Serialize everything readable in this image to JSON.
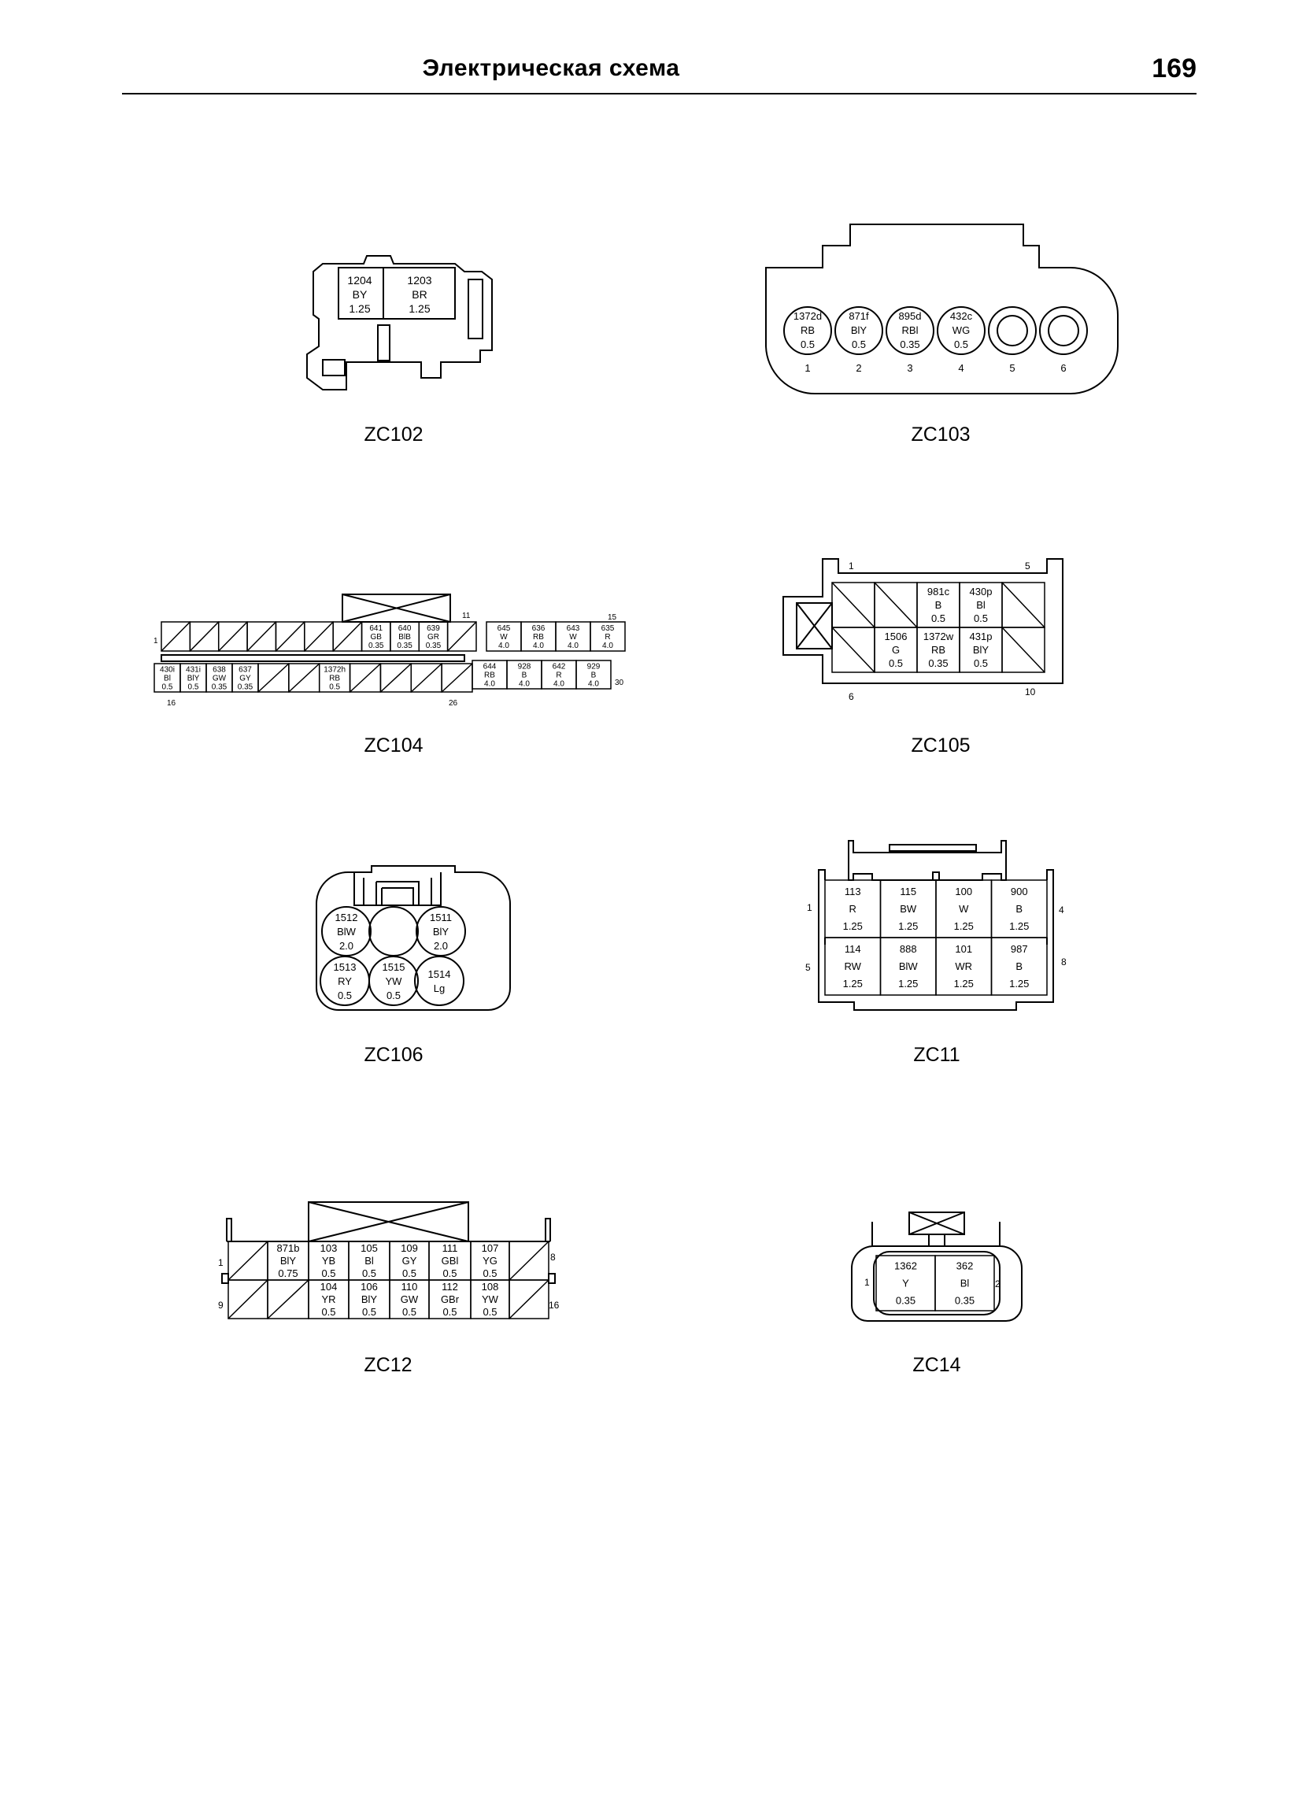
{
  "header": {
    "title": "Электрическая схема",
    "page_number": "169"
  },
  "connectors": {
    "zc102": {
      "label": "ZC102",
      "pins": [
        {
          "lines": [
            "1204",
            "BY",
            "1.25"
          ]
        },
        {
          "lines": [
            "1203",
            "BR",
            "1.25"
          ]
        }
      ]
    },
    "zc103": {
      "label": "ZC103",
      "pins": [
        {
          "lines": [
            "1372d",
            "RB",
            "0.5"
          ]
        },
        {
          "lines": [
            "871f",
            "BlY",
            "0.5"
          ]
        },
        {
          "lines": [
            "895d",
            "RBl",
            "0.35"
          ]
        },
        {
          "lines": [
            "432c",
            "WG",
            "0.5"
          ]
        },
        {
          "lines": []
        },
        {
          "lines": []
        }
      ],
      "numbers": [
        "1",
        "2",
        "3",
        "4",
        "5",
        "6"
      ]
    },
    "zc104": {
      "label": "ZC104",
      "top_row": [
        {
          "lines": [
            "641",
            "GB",
            "0.35"
          ]
        },
        {
          "lines": [
            "640",
            "BlB",
            "0.35"
          ]
        },
        {
          "lines": [
            "639",
            "GR",
            "0.35"
          ]
        }
      ],
      "top_right": [
        {
          "lines": [
            "645",
            "W",
            "4.0"
          ]
        },
        {
          "lines": [
            "636",
            "RB",
            "4.0"
          ]
        },
        {
          "lines": [
            "643",
            "W",
            "4.0"
          ]
        },
        {
          "lines": [
            "635",
            "R",
            "4.0"
          ]
        }
      ],
      "bottom_left": [
        {
          "lines": [
            "430i",
            "Bl",
            "0.5"
          ]
        },
        {
          "lines": [
            "431i",
            "BlY",
            "0.5"
          ]
        },
        {
          "lines": [
            "638",
            "GW",
            "0.35"
          ]
        },
        {
          "lines": [
            "637",
            "GY",
            "0.35"
          ]
        }
      ],
      "bottom_mid": [
        {
          "lines": [
            "1372h",
            "RB",
            "0.5"
          ]
        }
      ],
      "bottom_right": [
        {
          "lines": [
            "644",
            "RB",
            "4.0"
          ]
        },
        {
          "lines": [
            "928",
            "B",
            "4.0"
          ]
        },
        {
          "lines": [
            "642",
            "R",
            "4.0"
          ]
        },
        {
          "lines": [
            "929",
            "B",
            "4.0"
          ]
        }
      ],
      "numbers": {
        "n1": "1",
        "n11": "11",
        "n15": "15",
        "n16": "16",
        "n26": "26",
        "n30": "30"
      }
    },
    "zc105": {
      "label": "ZC105",
      "top": [
        {
          "lines": []
        },
        {
          "lines": []
        },
        {
          "lines": [
            "981c",
            "B",
            "0.5"
          ]
        },
        {
          "lines": [
            "430p",
            "Bl",
            "0.5"
          ]
        },
        {
          "lines": []
        }
      ],
      "bottom": [
        {
          "lines": []
        },
        {
          "lines": [
            "1506",
            "G",
            "0.5"
          ]
        },
        {
          "lines": [
            "1372w",
            "RB",
            "0.35"
          ]
        },
        {
          "lines": [
            "431p",
            "BlY",
            "0.5"
          ]
        },
        {
          "lines": []
        }
      ],
      "numbers": {
        "n1": "1",
        "n5": "5",
        "n6": "6",
        "n10": "10"
      }
    },
    "zc106": {
      "label": "ZC106",
      "pins": [
        {
          "lines": [
            "1512",
            "BlW",
            "2.0"
          ]
        },
        {
          "lines": []
        },
        {
          "lines": [
            "1511",
            "BlY",
            "2.0"
          ]
        },
        {
          "lines": [
            "1513",
            "RY",
            "0.5"
          ]
        },
        {
          "lines": [
            "1515",
            "YW",
            "0.5"
          ]
        },
        {
          "lines": [
            "1514",
            "Lg"
          ]
        }
      ]
    },
    "zc11": {
      "label": "ZC11",
      "top": [
        {
          "lines": [
            "113",
            "R",
            "1.25"
          ]
        },
        {
          "lines": [
            "115",
            "BW",
            "1.25"
          ]
        },
        {
          "lines": [
            "100",
            "W",
            "1.25"
          ]
        },
        {
          "lines": [
            "900",
            "B",
            "1.25"
          ]
        }
      ],
      "bottom": [
        {
          "lines": [
            "114",
            "RW",
            "1.25"
          ]
        },
        {
          "lines": [
            "888",
            "BlW",
            "1.25"
          ]
        },
        {
          "lines": [
            "101",
            "WR",
            "1.25"
          ]
        },
        {
          "lines": [
            "987",
            "B",
            "1.25"
          ]
        }
      ],
      "numbers": {
        "n1": "1",
        "n4": "4",
        "n5": "5",
        "n8": "8"
      }
    },
    "zc12": {
      "label": "ZC12",
      "top": [
        {
          "lines": []
        },
        {
          "lines": [
            "871b",
            "BlY",
            "0.75"
          ]
        },
        {
          "lines": [
            "103",
            "YB",
            "0.5"
          ]
        },
        {
          "lines": [
            "105",
            "Bl",
            "0.5"
          ]
        },
        {
          "lines": [
            "109",
            "GY",
            "0.5"
          ]
        },
        {
          "lines": [
            "111",
            "GBl",
            "0.5"
          ]
        },
        {
          "lines": [
            "107",
            "YG",
            "0.5"
          ]
        },
        {
          "lines": []
        }
      ],
      "bottom": [
        {
          "lines": []
        },
        {
          "lines": []
        },
        {
          "lines": [
            "104",
            "YR",
            "0.5"
          ]
        },
        {
          "lines": [
            "106",
            "BlY",
            "0.5"
          ]
        },
        {
          "lines": [
            "110",
            "GW",
            "0.5"
          ]
        },
        {
          "lines": [
            "112",
            "GBr",
            "0.5"
          ]
        },
        {
          "lines": [
            "108",
            "YW",
            "0.5"
          ]
        },
        {
          "lines": []
        }
      ],
      "numbers": {
        "n1": "1",
        "n8": "8",
        "n9": "9",
        "n16": "16"
      }
    },
    "zc14": {
      "label": "ZC14",
      "pins": [
        {
          "lines": [
            "1362",
            "Y",
            "0.35"
          ]
        },
        {
          "lines": [
            "362",
            "Bl",
            "0.35"
          ]
        }
      ],
      "numbers": {
        "n1": "1",
        "n2": "2"
      }
    }
  }
}
